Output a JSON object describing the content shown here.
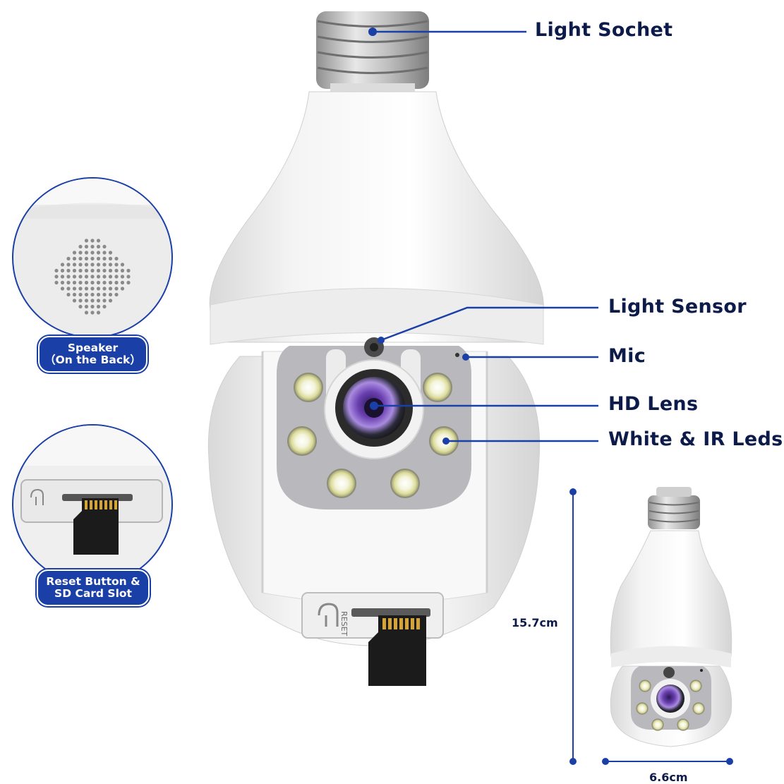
{
  "callouts": {
    "light_socket": "Light Sochet",
    "light_sensor": "Light Sensor",
    "mic": "Mic",
    "hd_lens": "HD Lens",
    "leds": "White & IR Leds"
  },
  "insets": {
    "speaker": {
      "line1": "Speaker",
      "line2": "（On the Back）"
    },
    "sd_slot": {
      "line1": "Reset Button &",
      "line2": "SD Card Slot"
    }
  },
  "reset_text": "RESET",
  "dimensions": {
    "height": "15.7cm",
    "width": "6.6cm"
  },
  "colors": {
    "accent": "#1a3fa6",
    "label": "#0d1b4a",
    "body": "#f2f2f2",
    "panel": "#b9b9bd"
  }
}
